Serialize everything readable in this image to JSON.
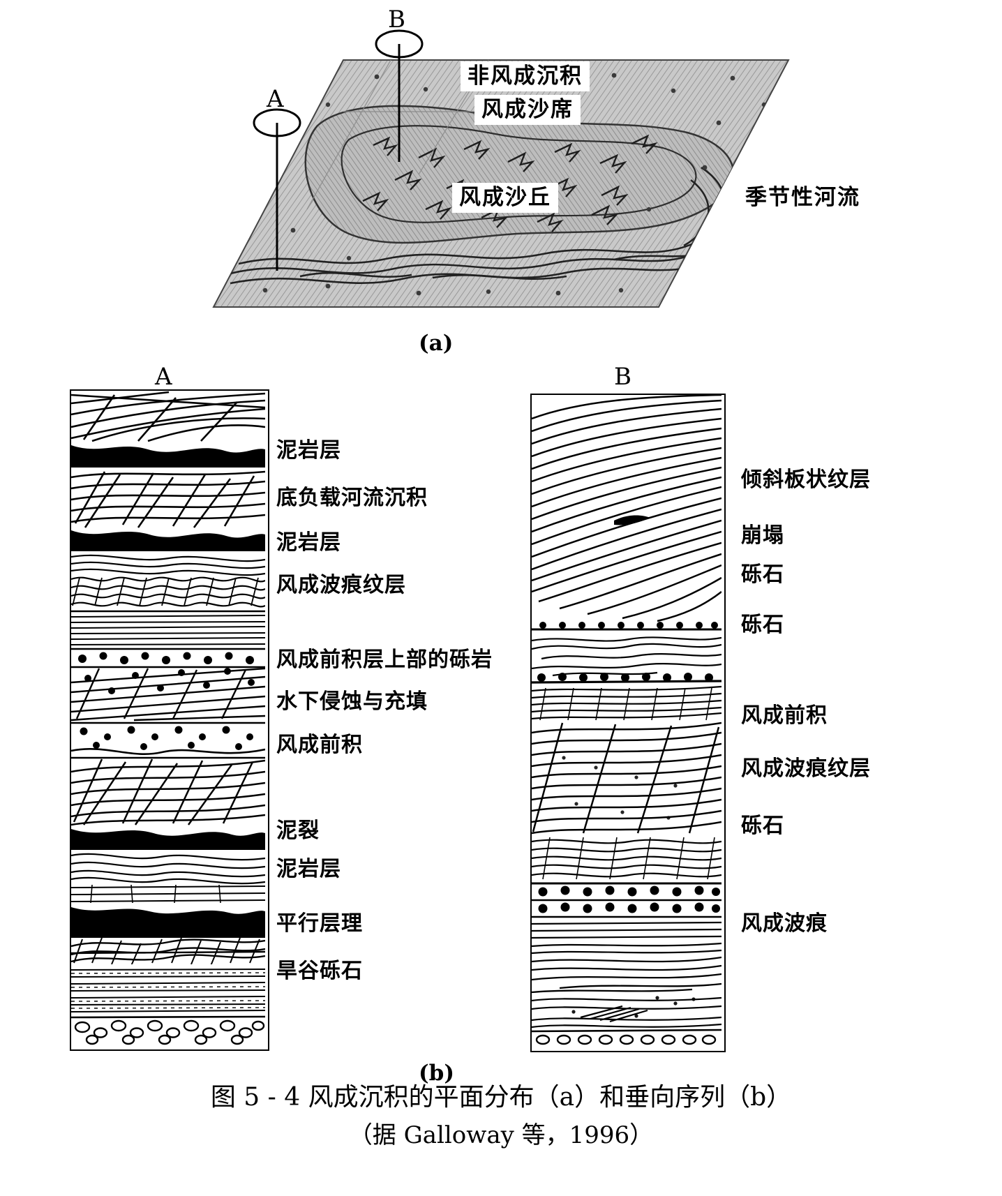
{
  "figure": {
    "caption_line1": "图 5 - 4    风成沉积的平面分布（a）和垂向序列（b）",
    "caption_line2": "（据 Galloway 等，1996）",
    "panel_a_label": "(a)",
    "panel_b_label": "(b)"
  },
  "panel_a": {
    "title_note": "风成沉积的平面分布",
    "core_markers": [
      {
        "name": "core-marker-b",
        "letter": "B"
      },
      {
        "name": "core-marker-a",
        "letter": "A"
      }
    ],
    "labels": [
      {
        "name": "non-aeolian-deposit",
        "text": "非风成沉积"
      },
      {
        "name": "aeolian-sand-sheet",
        "text": "风成沙席"
      },
      {
        "name": "aeolian-dune",
        "text": "风成沙丘"
      },
      {
        "name": "seasonal-river",
        "text": "季节性河流"
      }
    ]
  },
  "panel_b": {
    "column_a": {
      "header": "A",
      "labels": [
        {
          "name": "log-a-label-mudstone-1",
          "text": "泥岩层"
        },
        {
          "name": "log-a-label-bedload-fluvial",
          "text": "底负载河流沉积"
        },
        {
          "name": "log-a-label-mudstone-2",
          "text": "泥岩层"
        },
        {
          "name": "log-a-label-aeolian-ripple-lamina",
          "text": "风成波痕纹层"
        },
        {
          "name": "log-a-label-conglomerate-upper-foreset",
          "text": "风成前积层上部的砾岩"
        },
        {
          "name": "log-a-label-subaqueous-erosion-fill",
          "text": "水下侵蚀与充填"
        },
        {
          "name": "log-a-label-aeolian-foreset",
          "text": "风成前积"
        },
        {
          "name": "log-a-label-mudcrack",
          "text": "泥裂"
        },
        {
          "name": "log-a-label-mudstone-3",
          "text": "泥岩层"
        },
        {
          "name": "log-a-label-parallel-bedding",
          "text": "平行层理"
        },
        {
          "name": "log-a-label-wadi-gravel",
          "text": "旱谷砾石"
        }
      ]
    },
    "column_b": {
      "header": "B",
      "labels": [
        {
          "name": "log-b-label-inclined-tabular-lamina",
          "text": "倾斜板状纹层"
        },
        {
          "name": "log-b-label-slump",
          "text": "崩塌"
        },
        {
          "name": "log-b-label-gravel-1",
          "text": "砾石"
        },
        {
          "name": "log-b-label-gravel-2",
          "text": "砾石"
        },
        {
          "name": "log-b-label-aeolian-foreset",
          "text": "风成前积"
        },
        {
          "name": "log-b-label-aeolian-ripple-lamina",
          "text": "风成波痕纹层"
        },
        {
          "name": "log-b-label-gravel-3",
          "text": "砾石"
        },
        {
          "name": "log-b-label-aeolian-ripple",
          "text": "风成波痕"
        }
      ]
    }
  }
}
